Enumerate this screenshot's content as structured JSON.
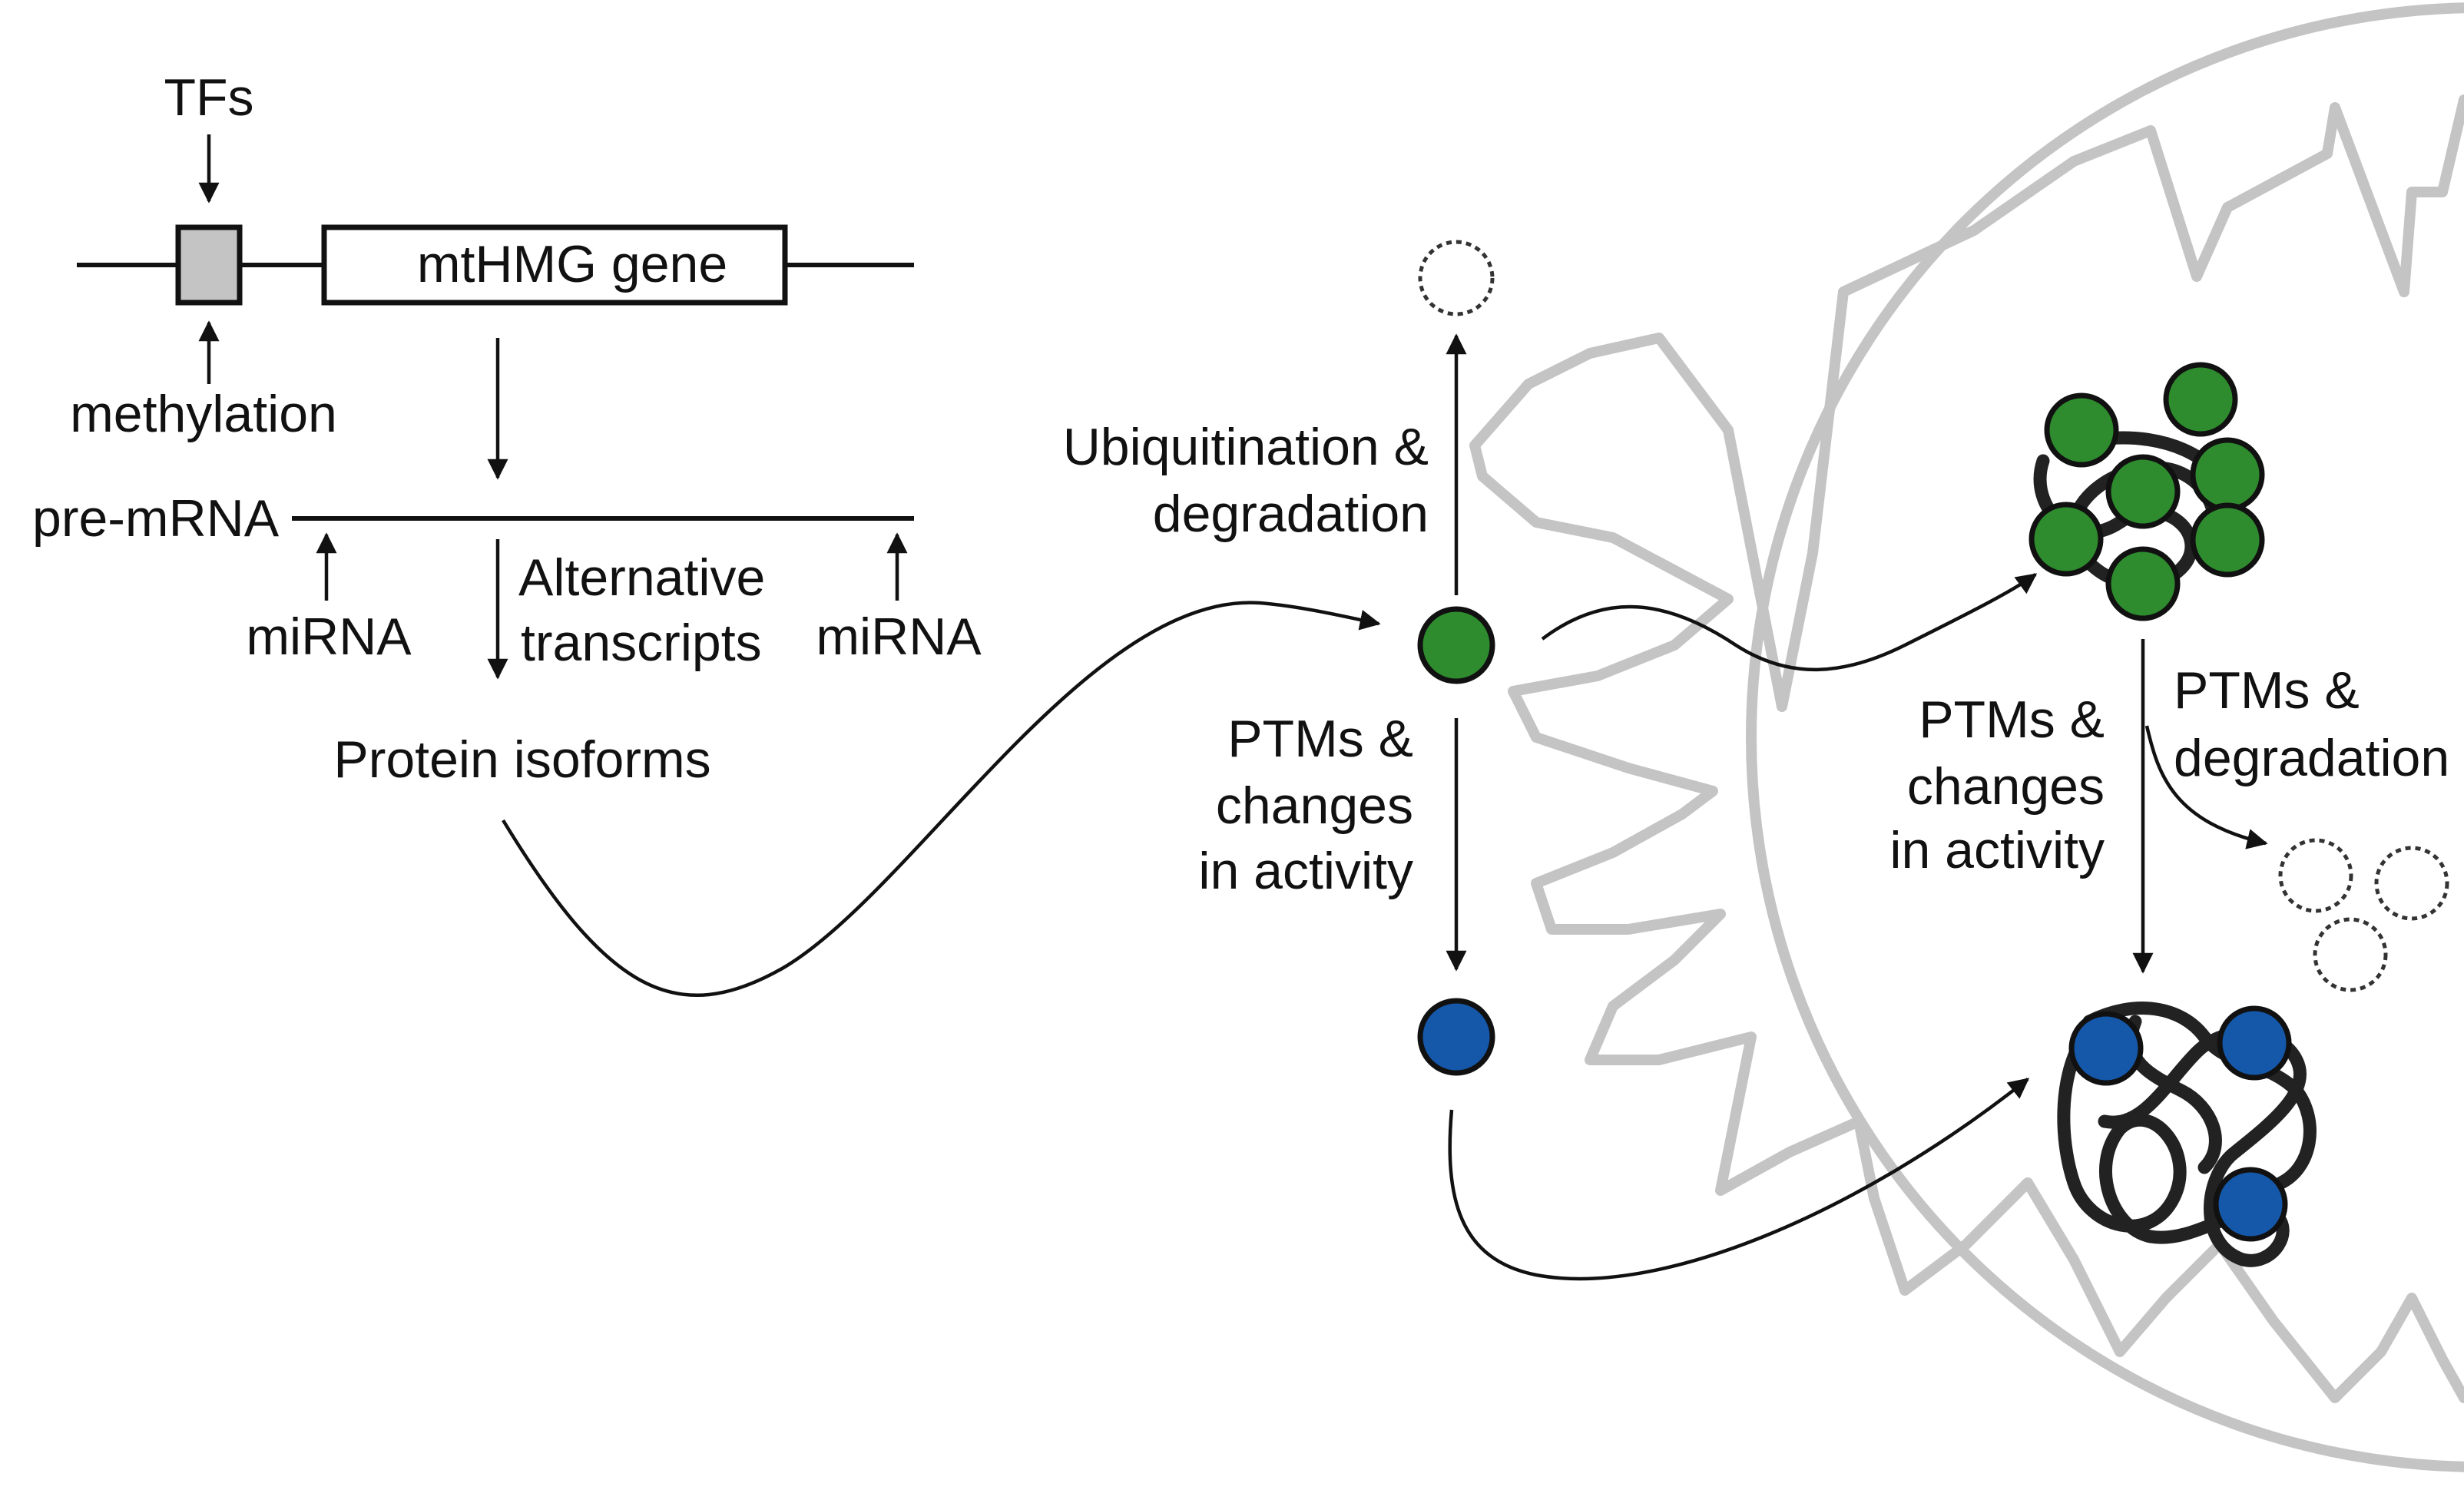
{
  "labels": {
    "tfs": "TFs",
    "gene": "mtHMG gene",
    "methylation": "methylation",
    "pre_mrna": "pre-mRNA",
    "mirna_left": "miRNA",
    "mirna_right": "miRNA",
    "alt_line1": "Alternative",
    "alt_line2": "transcripts",
    "protein_isoforms": "Protein isoforms",
    "ubiq_line1": "Ubiquitination &",
    "ubiq_line2": "degradation",
    "ptm_mid_line1": "PTMs &",
    "ptm_mid_line2": "changes",
    "ptm_mid_line3": "in activity",
    "ptm_right_line1": "PTMs &",
    "ptm_right_line2": "changes",
    "ptm_right_line3": "in activity",
    "ptm_deg_line1": "PTMs &",
    "ptm_deg_line2": "degradation"
  },
  "colors": {
    "active_protein": "#2e8b2e",
    "modified_protein": "#1557a8",
    "promoter": "#c4c4c4",
    "membrane": "#c4c4c4",
    "chromatin": "#222222"
  }
}
